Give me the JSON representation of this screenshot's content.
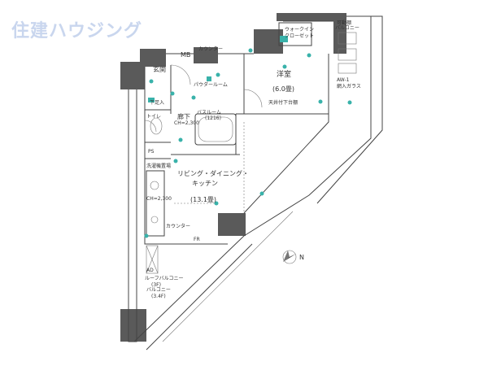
{
  "brand": {
    "name": "住建ハウジング",
    "color": "#c9d6ee"
  },
  "rooms": {
    "western": {
      "name": "洋室",
      "size": "(6.0畳)"
    },
    "ldk": {
      "name1": "リビング・ダイニング・",
      "name2": "キッチン",
      "size": "(13.1畳)"
    },
    "entrance": "玄関",
    "mb": "MB",
    "toilet": "トイレ",
    "hall": "廊下",
    "ps": "PS",
    "powder": "パウダールーム",
    "bath": "バスルーム",
    "bath_size": "(1216)",
    "walkin1": "ウォークイン",
    "walkin2": "クローゼット",
    "balcony": "バルコニー",
    "roof_balcony1": "ルーフバルコニー",
    "roof_balcony2": "(3F)",
    "balcony_small": "バルコニー",
    "balcony_small_size": "(3.4F)"
  },
  "labels": {
    "shoebox": "下足入",
    "counter": "カウンター",
    "ceiling": "CH=2,300",
    "ceiling2": "CH=2,300",
    "ad": "AD",
    "awc": "AW-1",
    "awc_note": "網入ガラス",
    "movable": "可動棚",
    "ceiling_note": "天井付下台棚",
    "fr": "FR",
    "kitchen_counter": "カウンター",
    "washer": "洗濯機置場",
    "north": "N"
  }
}
